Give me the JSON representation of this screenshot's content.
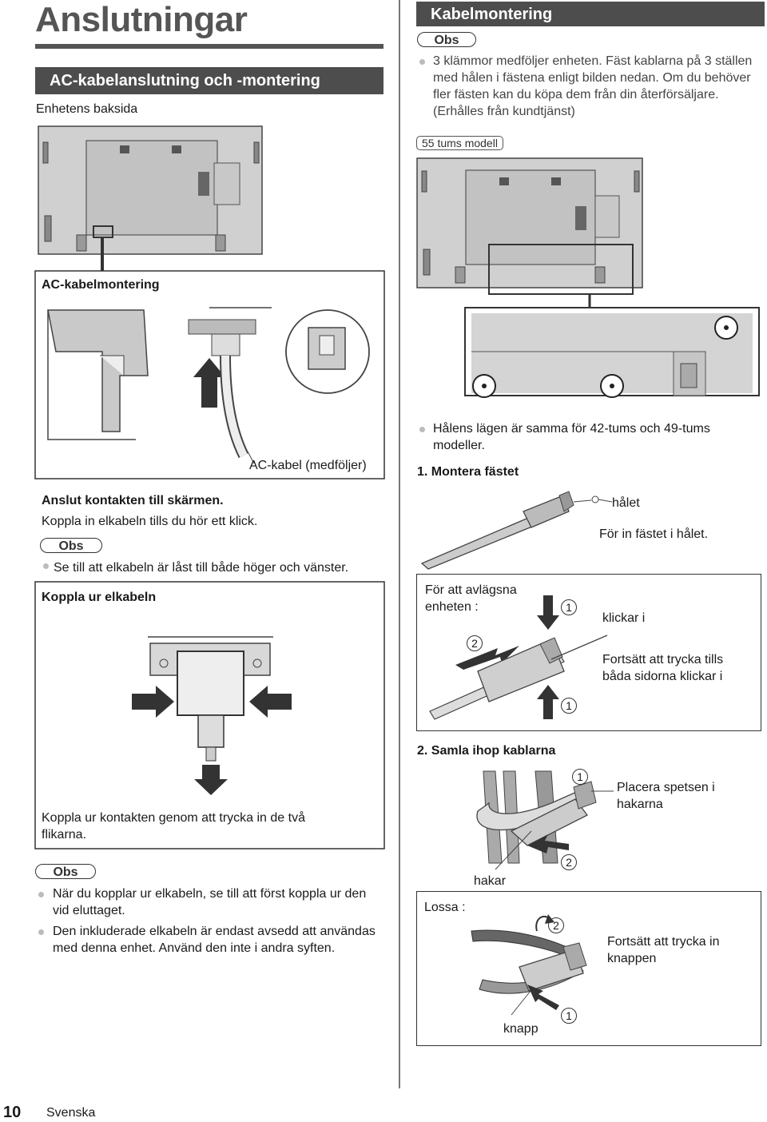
{
  "page_title": "Anslutningar",
  "left": {
    "section_heading": "AC-kabelanslutning och -montering",
    "rear_label": "Enhetens baksida",
    "mount_box_title": "AC-kabelmontering",
    "cable_label": "AC-kabel (medföljer)",
    "connect_bold": "Anslut kontakten till skärmen.",
    "connect_text": "Koppla in elkabeln tills du hör ett klick.",
    "note_label": "Obs",
    "note_text": "Se till att elkabeln är låst till både höger och vänster.",
    "unplug_title": "Koppla ur elkabeln",
    "unplug_text": "Koppla ur kontakten genom att trycka in de två flikarna.",
    "bottom_note_label": "Obs",
    "bottom_notes": [
      "När du kopplar ur elkabeln, se till att först koppla ur den vid eluttaget.",
      "Den inkluderade elkabeln är endast avsedd att användas med denna enhet. Använd den inte i andra syften."
    ]
  },
  "right": {
    "section_heading": "Kabelmontering",
    "note_label": "Obs",
    "note_text": "3 klämmor medföljer enheten. Fäst kablarna på 3 ställen med hålen i fästena enligt bilden nedan. Om du behöver fler fästen kan du köpa dem från din återförsäljare. (Erhålles från kundtjänst)",
    "model_tag": "55 tums modell",
    "hole_note": "Hålens lägen är samma för 42-tums och 49-tums modeller.",
    "step1": "1. Montera fästet",
    "hole_label": "hålet",
    "insert_text": "För in fästet i hålet.",
    "remove_label": "För att avlägsna enheten :",
    "click_label": "klickar i",
    "press_text": "Fortsätt att trycka tills båda sidorna klickar i",
    "step2": "2. Samla ihop kablarna",
    "place_text": "Placera spetsen i hakarna",
    "hooks_label": "hakar",
    "loosen_label": "Lossa :",
    "press_button_text": "Fortsätt att trycka in knappen",
    "button_label": "knapp",
    "num1": "1",
    "num2": "2"
  },
  "footer": {
    "page_number": "10",
    "language": "Svenska"
  }
}
